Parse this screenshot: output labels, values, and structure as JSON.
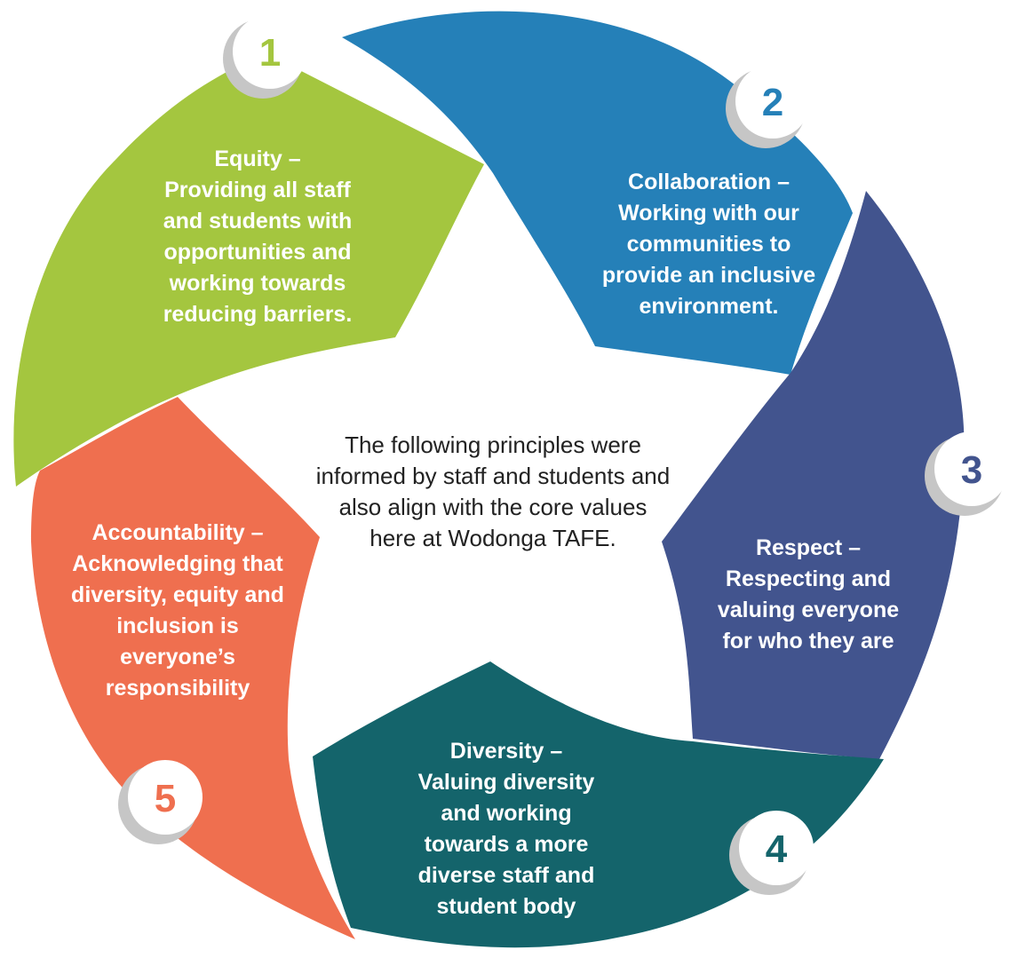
{
  "center_text": "The following principles were informed by staff and students and also align with the core values here at Wodonga TAFE.",
  "colors": {
    "equity": "#a4c63f",
    "collaboration": "#2580b8",
    "respect": "#42548e",
    "diversity": "#14646b",
    "accountability": "#ef6f4f",
    "shadow": "#c6c6c6"
  },
  "principles": [
    {
      "number": "1",
      "title": "Equity –",
      "description": "Providing all staff and students with opportunities and working towards reducing barriers."
    },
    {
      "number": "2",
      "title": "Collaboration –",
      "description": "Working with our communities to provide an inclusive environment."
    },
    {
      "number": "3",
      "title": "Respect –",
      "description": "Respecting and valuing everyone for who they are"
    },
    {
      "number": "4",
      "title": "Diversity –",
      "description": "Valuing diversity and working towards a more diverse staff and student body"
    },
    {
      "number": "5",
      "title": "Accountability –",
      "description": "Acknowledging that diversity, equity and inclusion is everyone’s responsibility"
    }
  ]
}
